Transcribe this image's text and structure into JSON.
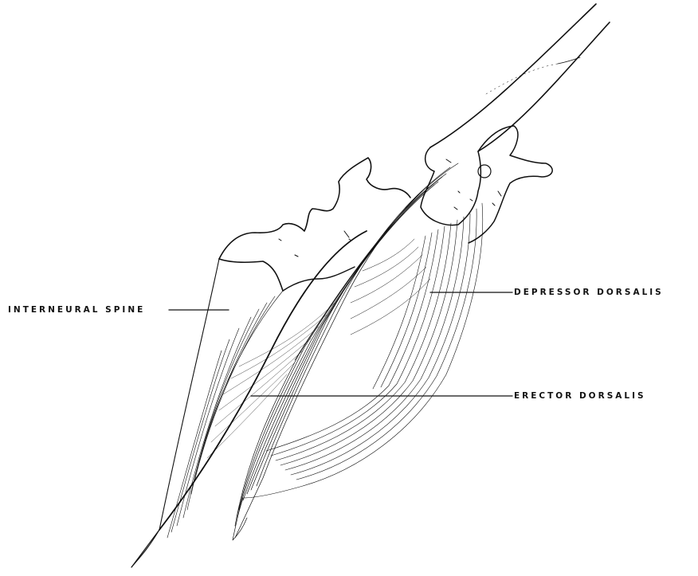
{
  "labels": {
    "interneural_spine": "INTERNEURAL SPINE",
    "depressor_dorsalis": "DEPRESSOR DORSALIS",
    "erector_dorsalis": "ERECTOR DORSALIS"
  },
  "colors": {
    "ink": "#111111",
    "background": "#ffffff"
  }
}
